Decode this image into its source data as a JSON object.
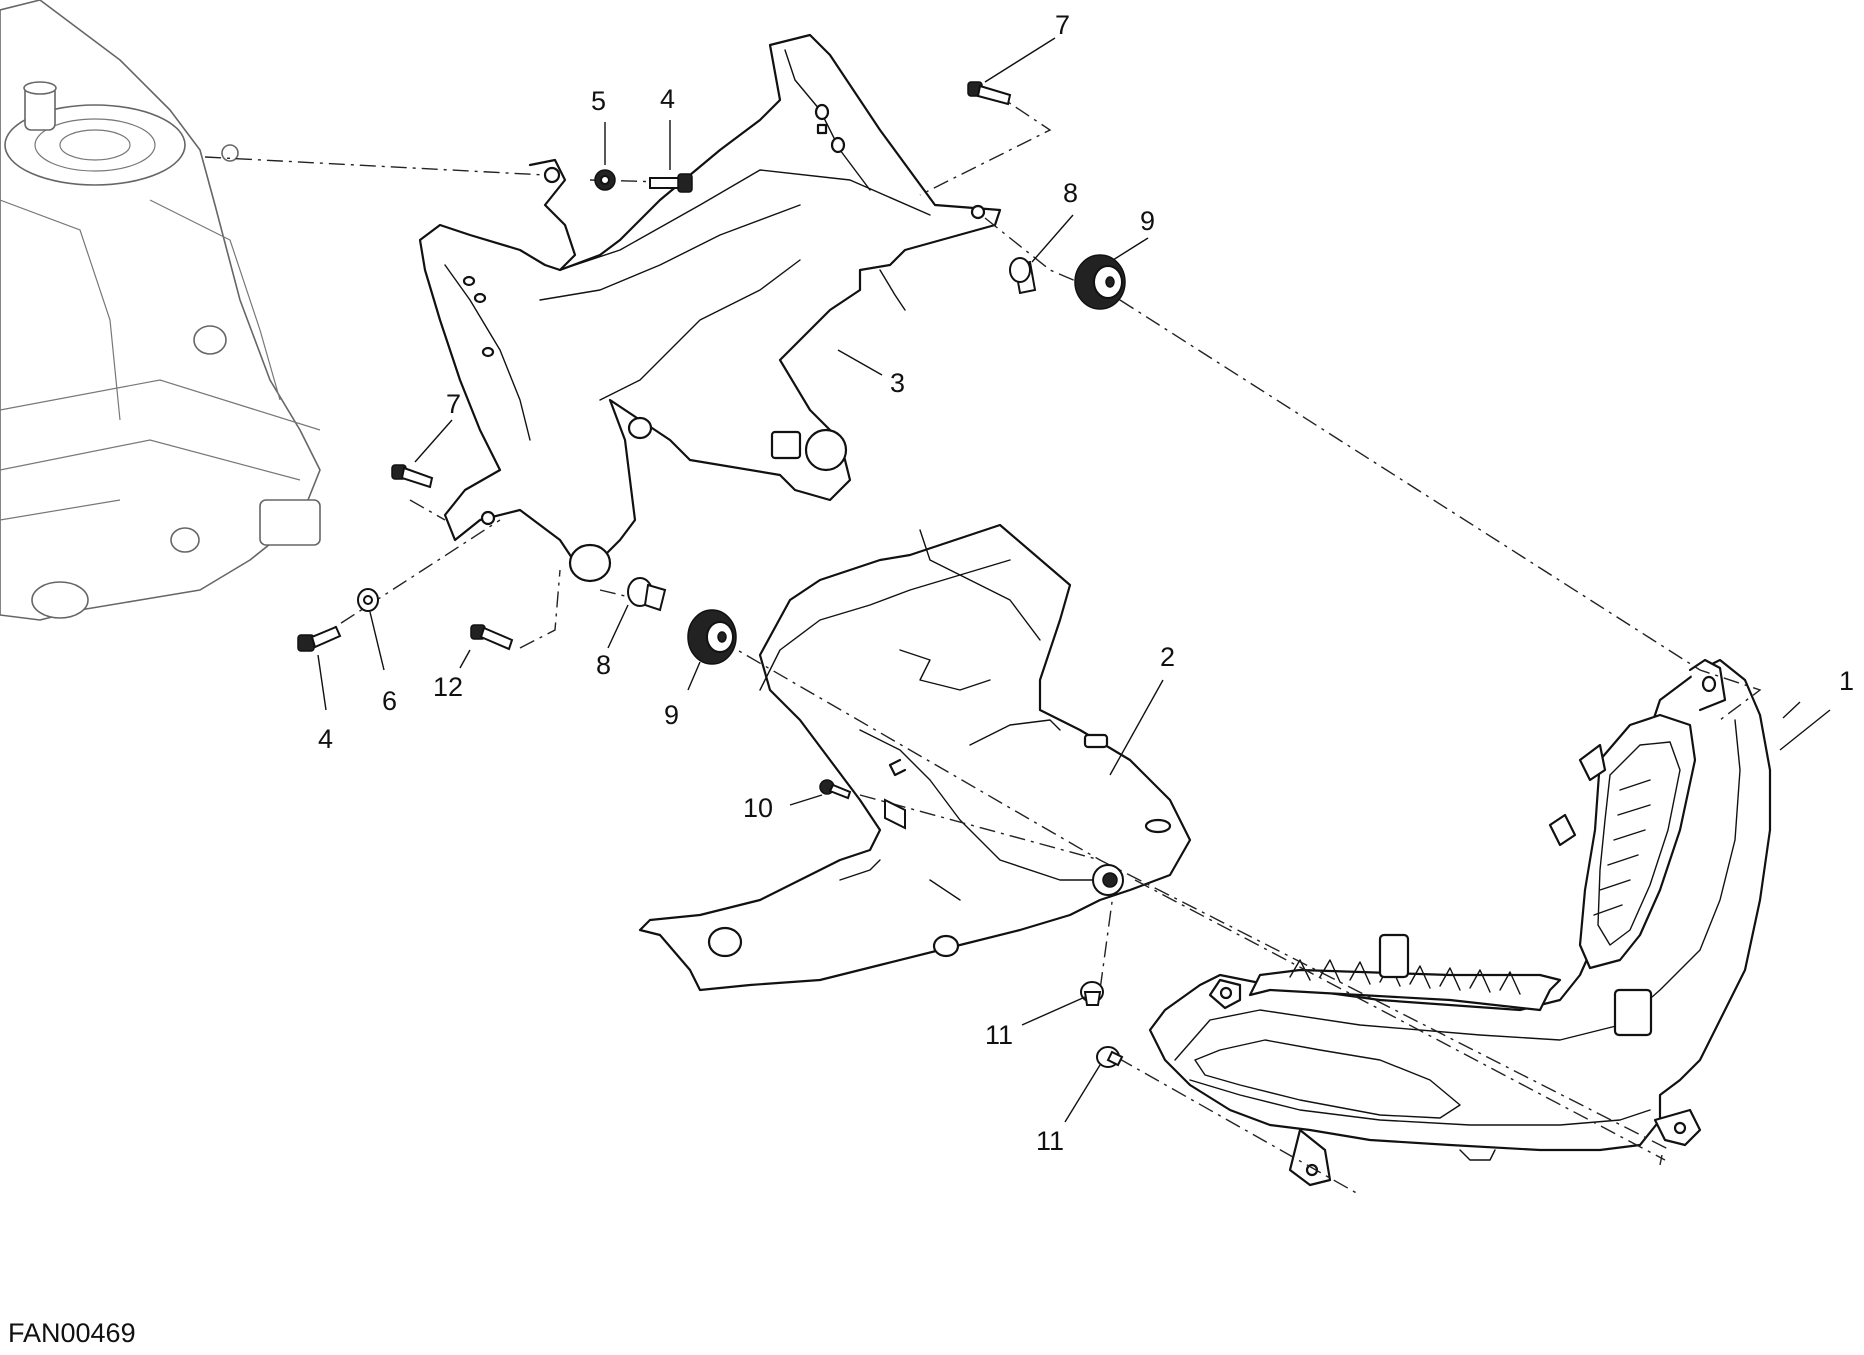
{
  "figure_code": "FAN00469",
  "callouts": {
    "c1": "1",
    "c2": "2",
    "c3": "3",
    "c4_top": "4",
    "c4_bottom": "4",
    "c5": "5",
    "c6": "6",
    "c7_top": "7",
    "c7_left": "7",
    "c8_right": "8",
    "c8_left": "8",
    "c9_right": "9",
    "c9_left": "9",
    "c10": "10",
    "c11_top": "11",
    "c11_bottom": "11",
    "c12": "12"
  }
}
